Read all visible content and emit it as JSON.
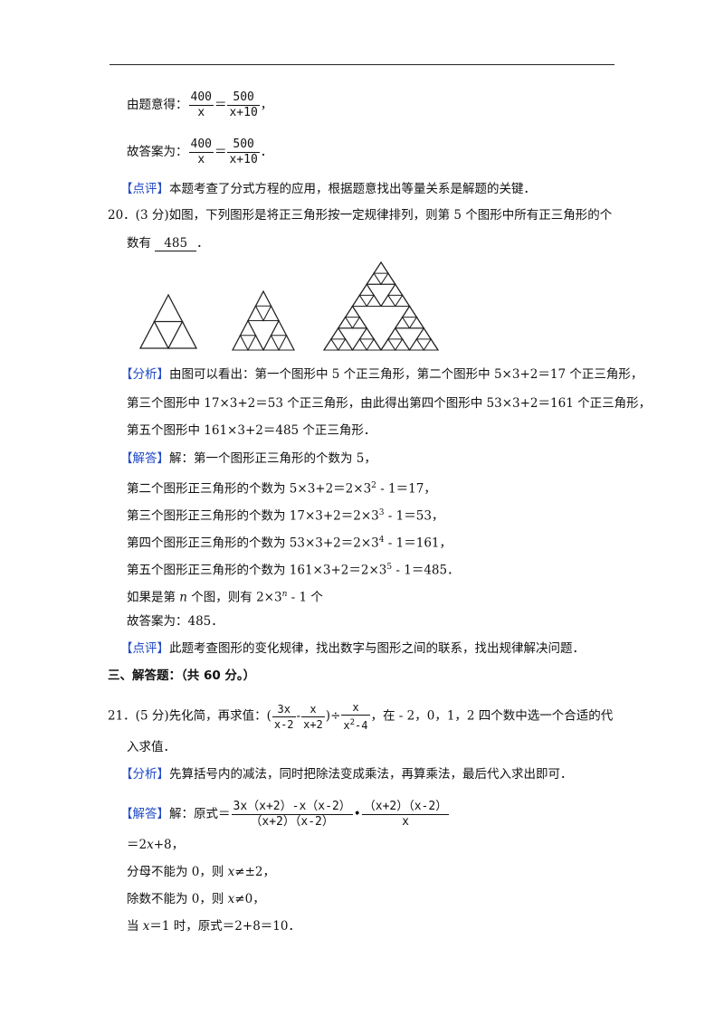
{
  "q19": {
    "eq_prefix": "由题意得：",
    "ans_prefix": "故答案为：",
    "f1_num": "400",
    "f1_den": "x",
    "f2_num": "500",
    "f2_den": "x+10",
    "eq_sign": "＝",
    "eq_end": "，",
    "ans_end": "．",
    "comment_tag": "【点评】",
    "comment": "本题考查了分式方程的应用，根据题意找出等量关系是解题的关键．"
  },
  "q20": {
    "stem1": "20．(3 分)如图，下列图形是将正三角形按一定规律排列，则第 5 个图形中所有正三角形的个",
    "stem2_prefix": "数有",
    "answer": "485",
    "stem2_end": "．",
    "analysis_tag": "【分析】",
    "analysis1": "由图可以看出：第一个图形中 5 个正三角形，第二个图形中 5×3+2＝17 个正三角形，",
    "analysis2": "第三个图形中 17×3+2＝53 个正三角形，由此得出第四个图形中 53×3+2＝161 个正三角形，",
    "analysis3": "第五个图形中 161×3+2＝485 个正三角形．",
    "solution_tag": "【解答】",
    "sol1": "解：第一个图形正三角形的个数为 5，",
    "sol2_a": "第二个图形正三角形的个数为 5×3+2＝2×3",
    "sol2_exp": "2",
    "sol2_b": " - 1＝17，",
    "sol3_a": "第三个图形正三角形的个数为 17×3+2＝2×3",
    "sol3_exp": "3",
    "sol3_b": " - 1＝53，",
    "sol4_a": "第四个图形正三角形的个数为 53×3+2＝2×3",
    "sol4_exp": "4",
    "sol4_b": " - 1＝161，",
    "sol5_a": "第五个图形正三角形的个数为 161×3+2＝2×3",
    "sol5_exp": "5",
    "sol5_b": " - 1＝485．",
    "sol6_a": "如果是第 ",
    "sol6_n": "n",
    "sol6_b": " 个图，则有 2×3",
    "sol6_exp": "n",
    "sol6_c": " - 1 个",
    "sol7": "故答案为：485．",
    "comment_tag": "【点评】",
    "comment": "此题考查图形的变化规律，找出数字与图形之间的联系，找出规律解决问题．"
  },
  "section3": {
    "title": "三、解答题：（共 60 分。）"
  },
  "q21": {
    "stem_prefix": "21．(5 分)先化简，再求值：(",
    "f1_num": "3x",
    "f1_den": "x-2",
    "minus": "-",
    "f2_num": "x",
    "f2_den": "x+2",
    "div": ")÷",
    "f3_num": "x",
    "f3_den_a": "x",
    "f3_den_exp": "2",
    "f3_den_b": "-4",
    "stem_suffix": "，在 - 2，0，1，2 四个数中选一个合适的代",
    "stem2": "入求值．",
    "analysis_tag": "【分析】",
    "analysis": "先算括号内的减法，同时把除法变成乘法，再算乘法，最后代入求出即可．",
    "solution_tag": "【解答】",
    "sol_prefix": "解：原式＝",
    "sf1_num": "3x（x+2）-x（x-2）",
    "sf1_den": "（x+2）（x-2）",
    "dot": "•",
    "sf2_num": "（x+2）（x-2）",
    "sf2_den": "x",
    "line2_a": "＝2",
    "line2_x": "x",
    "line2_b": "+8，",
    "line3_a": "分母不能为 0，则 ",
    "line3_x": "x",
    "line3_b": "≠±2，",
    "line4_a": "除数不能为 0，则 ",
    "line4_x": "x",
    "line4_b": "≠0，",
    "line5_a": "当 ",
    "line5_x": "x",
    "line5_b": "＝1 时，原式＝2+8＝10．"
  }
}
